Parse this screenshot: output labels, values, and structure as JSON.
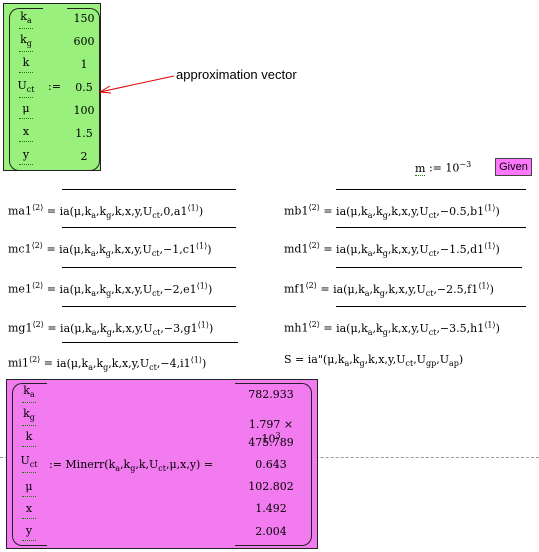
{
  "approx_vector": {
    "variables": [
      {
        "base": "k",
        "sub": "a"
      },
      {
        "base": "k",
        "sub": "g"
      },
      {
        "base": "k",
        "sub": ""
      },
      {
        "base": "U",
        "sub": "ct"
      },
      {
        "base": "μ",
        "sub": ""
      },
      {
        "base": "x",
        "sub": ""
      },
      {
        "base": "y",
        "sub": ""
      }
    ],
    "assign": ":=",
    "values": [
      "150",
      "600",
      "1",
      "0.5",
      "100",
      "1.5",
      "2"
    ],
    "region_color": "#99f07d"
  },
  "annotation": {
    "label": "approximation vector",
    "arrow_color": "#e00000"
  },
  "m_definition": {
    "lhs": "m",
    "op": ":=",
    "base": "10",
    "exponent": "−3"
  },
  "given_badge": {
    "label": "Given",
    "color": "#ff77ff"
  },
  "equations": [
    {
      "lhs": "ma1",
      "sup": "⟨2⟩",
      "args": "μ,k,k,k,x,y,U,0,a1",
      "rhs": "ia(μ,ka,kg,k,x,y,Uct,0,a1⟨1⟩)"
    },
    {
      "lhs": "mb1",
      "sup": "⟨2⟩",
      "rhs": "ia(μ,ka,kg,k,x,y,Uct,−0.5,b1⟨1⟩)"
    },
    {
      "lhs": "mc1",
      "sup": "⟨2⟩",
      "rhs": "ia(μ,ka,kg,k,x,y,Uct,−1,c1⟨1⟩)"
    },
    {
      "lhs": "md1",
      "sup": "⟨2⟩",
      "rhs": "ia(μ,ka,kg,k,x,y,Uct,−1.5,d1⟨1⟩)"
    },
    {
      "lhs": "me1",
      "sup": "⟨2⟩",
      "rhs": "ia(μ,ka,kg,k,x,y,Uct,−2,e1⟨1⟩)"
    },
    {
      "lhs": "mf1",
      "sup": "⟨2⟩",
      "rhs": "ia(μ,ka,kg,k,x,y,Uct,−2.5,f1⟨1⟩)"
    },
    {
      "lhs": "mg1",
      "sup": "⟨2⟩",
      "rhs": "ia(μ,ka,kg,k,x,y,Uct,−3,g1⟨1⟩)"
    },
    {
      "lhs": "mh1",
      "sup": "⟨2⟩",
      "rhs": "ia(μ,ka,kg,k,x,y,Uct,−3.5,h1⟨1⟩)"
    },
    {
      "lhs": "mi1",
      "sup": "⟨2⟩",
      "rhs": "ia(μ,ka,kg,k,x,y,Uct,−4,i1⟨1⟩)"
    }
  ],
  "s_definition": {
    "lhs": "S",
    "rhs": "ia\"(μ,ka,kg,k,x,y,Uct,Ugp,Uap)"
  },
  "minerr_block": {
    "variables": [
      {
        "base": "k",
        "sub": "a"
      },
      {
        "base": "k",
        "sub": "g"
      },
      {
        "base": "k",
        "sub": ""
      },
      {
        "base": "U",
        "sub": "ct"
      },
      {
        "base": "μ",
        "sub": ""
      },
      {
        "base": "x",
        "sub": ""
      },
      {
        "base": "y",
        "sub": ""
      }
    ],
    "expression": ":= Minerr(ka,kg,k,Uct,μ,x,y) =",
    "results": [
      "782.933",
      "1.797 × 10",
      "475.789",
      "0.643",
      "102.802",
      "1.492",
      "2.004"
    ],
    "result_exponent": "3",
    "region_color": "#f27bf0"
  }
}
